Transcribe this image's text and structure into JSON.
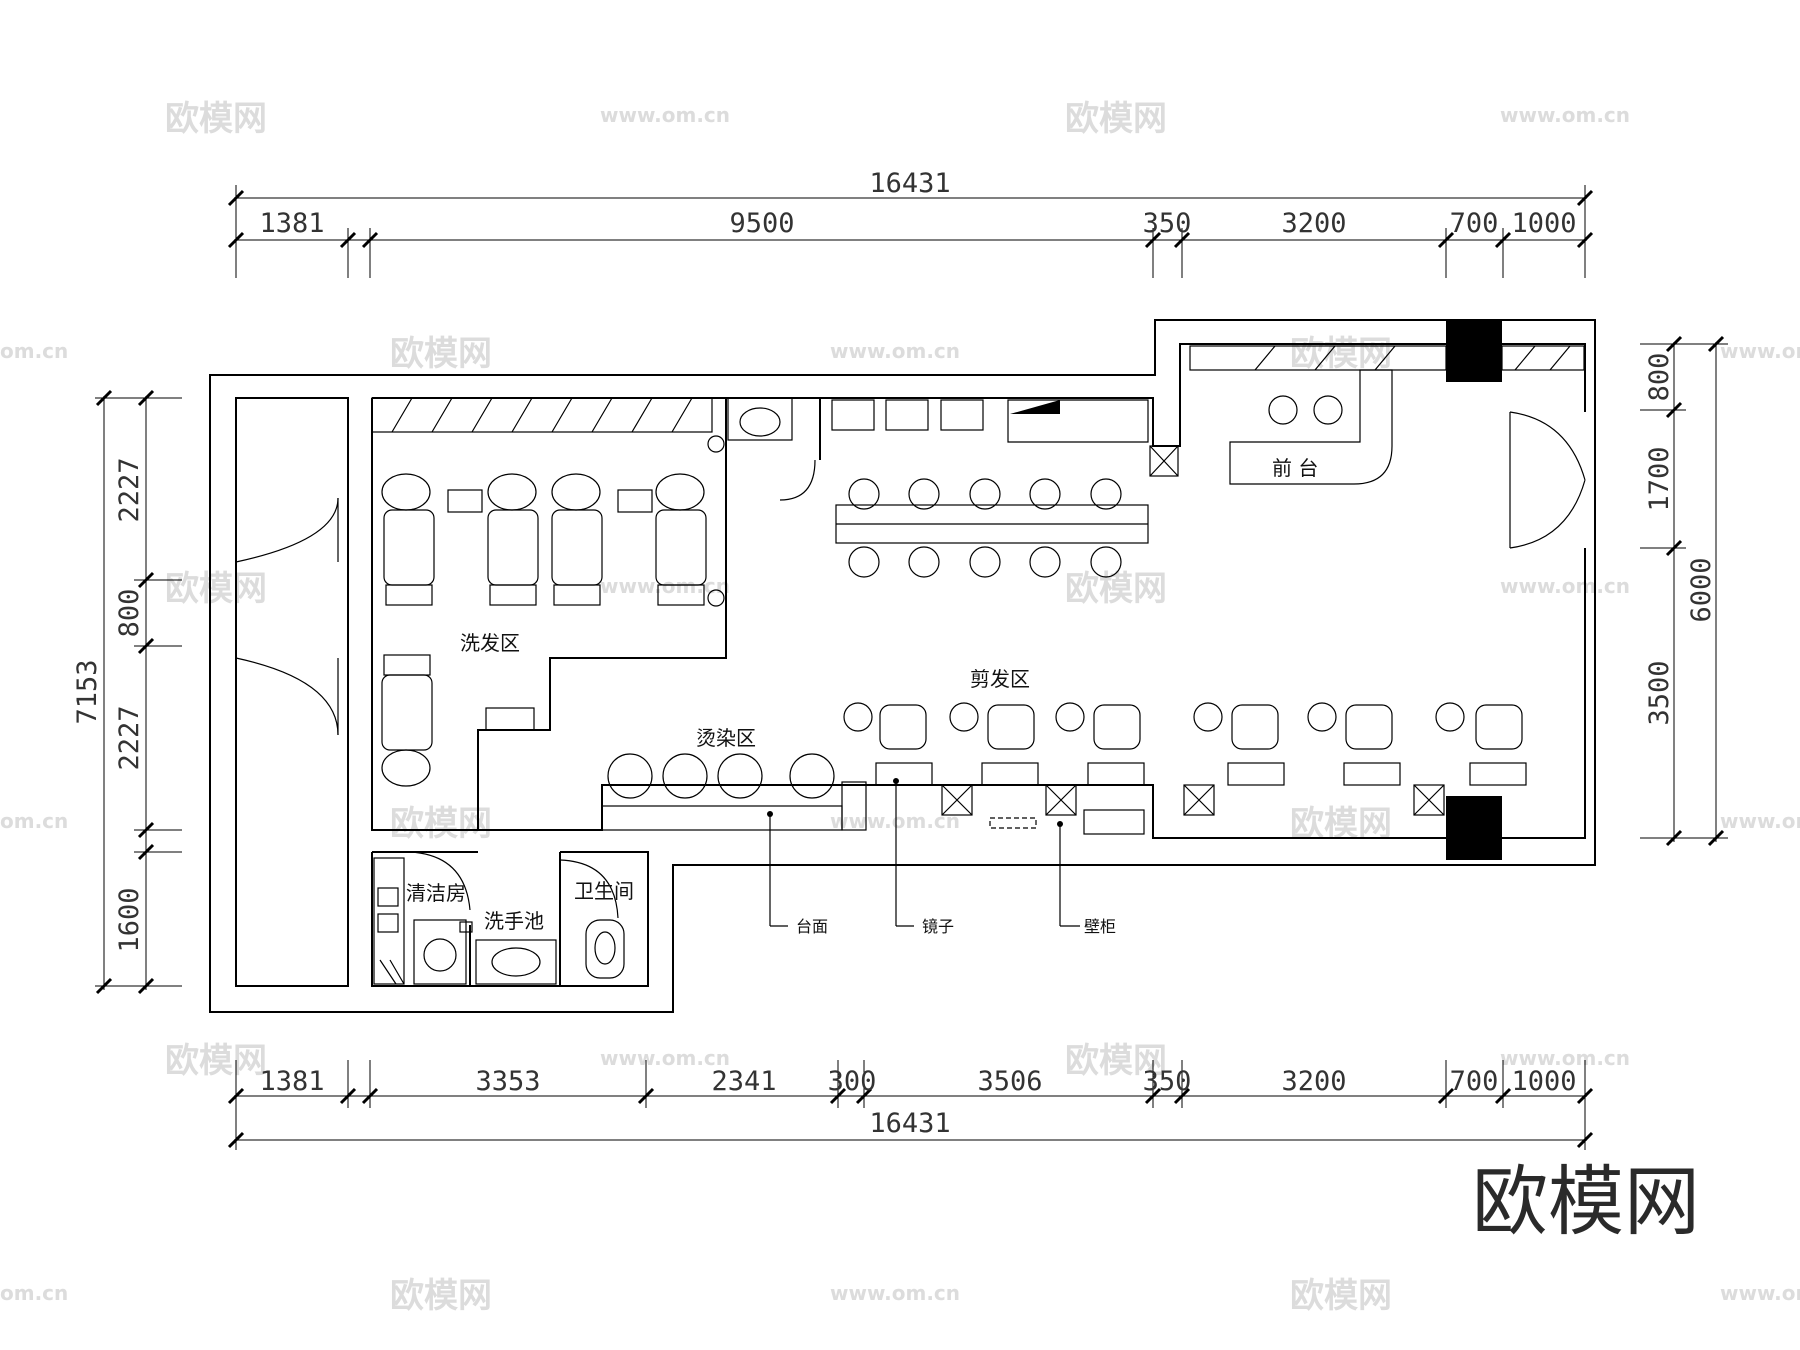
{
  "dimensions": {
    "top_total": "16431",
    "top_segments": [
      "1381",
      "9500",
      "350",
      "3200",
      "700",
      "1000"
    ],
    "bottom_segments": [
      "1381",
      "3353",
      "2341",
      "300",
      "3506",
      "350",
      "3200",
      "700",
      "1000"
    ],
    "bottom_total": "16431",
    "left_total": "7153",
    "left_segments": [
      "2227",
      "800",
      "2227",
      "1600"
    ],
    "right_total": "6000",
    "right_segments": [
      "800",
      "1700",
      "3500"
    ]
  },
  "rooms": {
    "wash_area": "洗发区",
    "cut_area": "剪发区",
    "perm_dye_area": "烫染区",
    "reception": "前 台",
    "cleaning_room": "清洁房",
    "hand_basin": "洗手池",
    "restroom": "卫生间"
  },
  "callouts": {
    "countertop": "台面",
    "mirror": "镜子",
    "wall_cabinet": "壁柜"
  },
  "watermarks": {
    "logo_text": "欧模网",
    "site_text": "www.om.cn",
    "edge_text": "om.cn"
  },
  "brand": {
    "logo_text": "欧模网"
  }
}
